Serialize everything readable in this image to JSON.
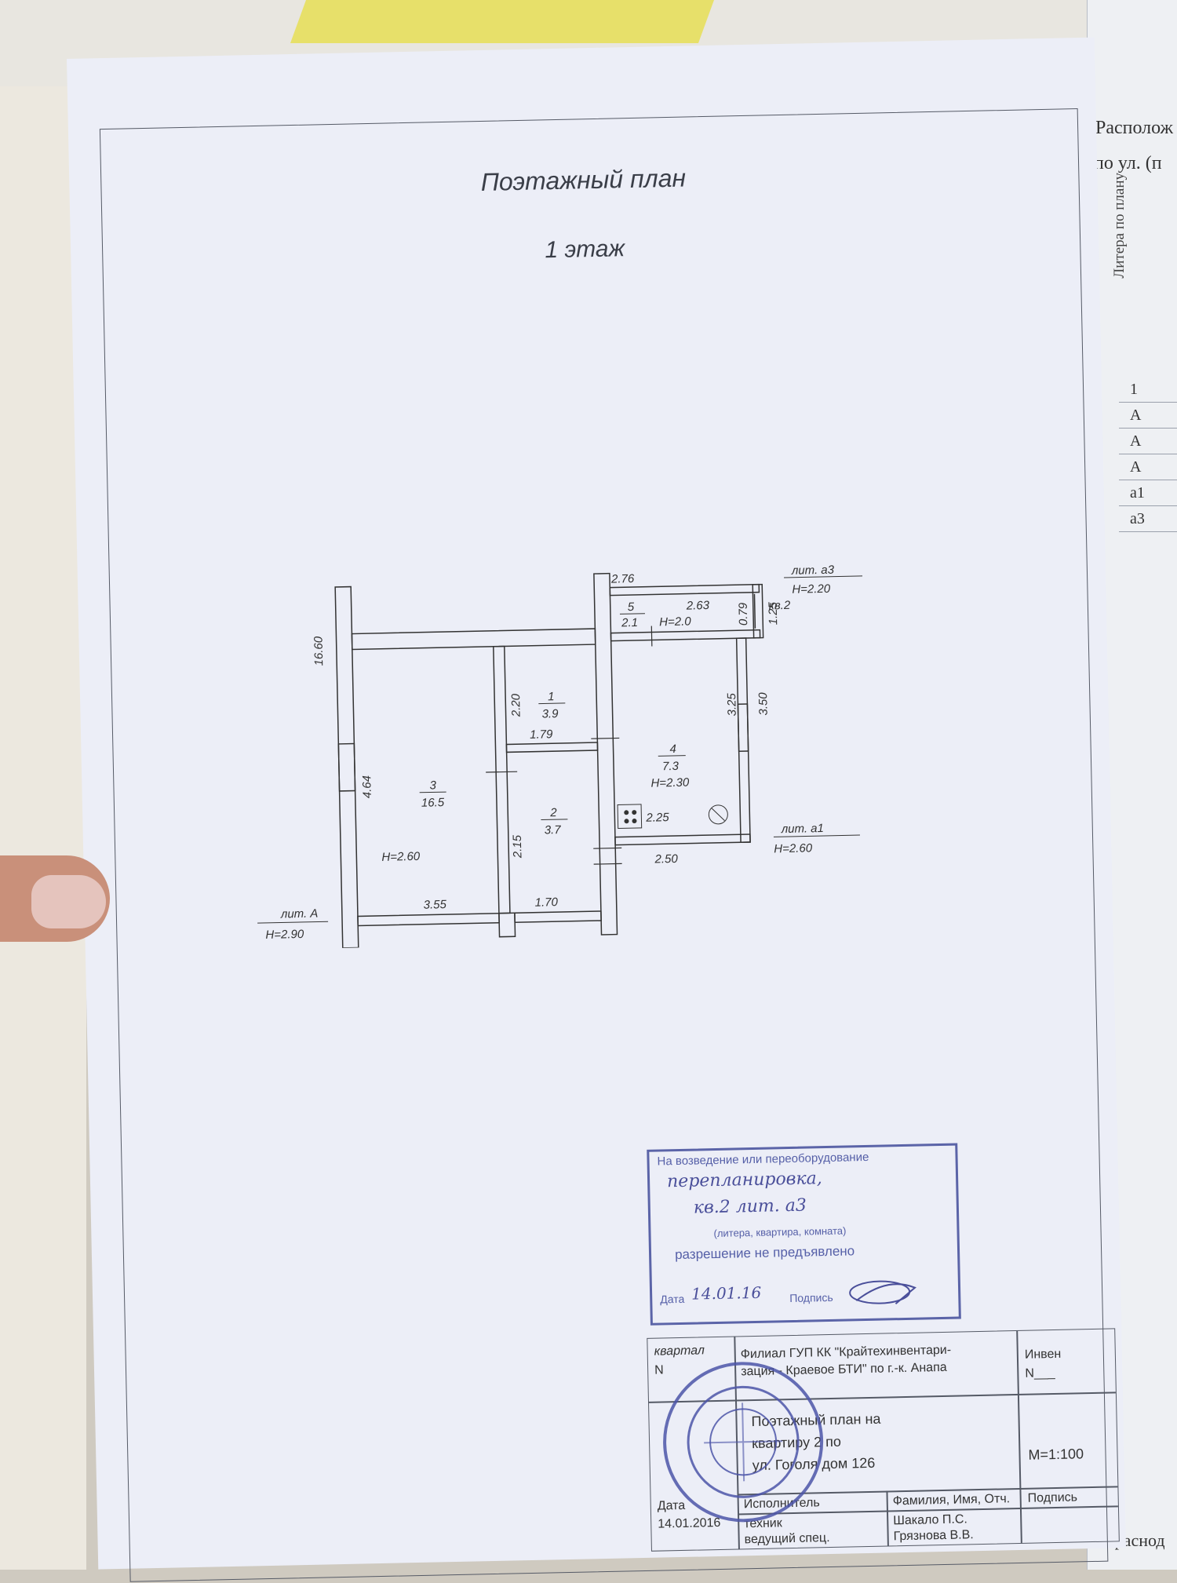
{
  "page": {
    "title": "Поэтажный план",
    "floor": "1 этаж"
  },
  "right_page": {
    "header1": "Располож",
    "header2": "по ул. (п",
    "col_header": "Литера по плану",
    "rows": [
      "1",
      "А",
      "А",
      "А",
      "а1",
      "а3"
    ],
    "footer": "Краснод"
  },
  "plan": {
    "dims": {
      "d276": "2.76",
      "d263": "2.63",
      "d079": "0.79",
      "d125": "1.25",
      "d1660": "16.60",
      "d220": "2.20",
      "d179": "1.79",
      "d325": "3.25",
      "d350": "3.50",
      "d464": "4.64",
      "d215": "2.15",
      "d225": "2.25",
      "d250": "2.50",
      "d355": "3.55",
      "d170": "1.70"
    },
    "rooms": {
      "r5_num": "5",
      "r5_area": "2.1",
      "r5_h": "H=2.0",
      "r1_num": "1",
      "r1_area": "3.9",
      "r4_num": "4",
      "r4_area": "7.3",
      "r4_h": "H=2.30",
      "r3_num": "3",
      "r3_area": "16.5",
      "r3_h": "H=2.60",
      "r2_num": "2",
      "r2_area": "3.7"
    },
    "labels": {
      "kv": "кв.2",
      "lit_a3": "лит. а3",
      "lit_a3_h": "H=2.20",
      "lit_a1": "лит. а1",
      "lit_a1_h": "H=2.60",
      "lit_A": "лит. А",
      "lit_A_h": "H=2.90"
    }
  },
  "stamp": {
    "line1": "На возведение или переоборудование",
    "hand1": "перепланировка,",
    "hand2": "кв.2 лит. а3",
    "line2": "(литера, квартира, комната)",
    "line3": "разрешение не предъявлено",
    "date_label": "Дата",
    "date_value": "14.01.16",
    "sign_label": "Подпись"
  },
  "title_block": {
    "kvartal": "квартал",
    "kvartal_n": "N",
    "org": "Филиал ГУП КК \"Крайтехинвентари-",
    "org2": "зация - Краевое БТИ\" по г.-к. Анапа",
    "inv": "Инвен",
    "inv_n": "N___",
    "doc1": "Поэтажный план на",
    "doc2": "квартиру 2 по",
    "doc3": "ул. Гоголя дом 126",
    "scale": "М=1:100",
    "date": "Дата",
    "date_val": "14.01.2016",
    "executor": "Исполнитель",
    "fio": "Фамилия, Имя, Отч.",
    "sign": "Подпись",
    "role1": "техник",
    "name1": "Шакало П.С.",
    "role2": "ведущий спец.",
    "name2": "Грязнова В.В."
  }
}
